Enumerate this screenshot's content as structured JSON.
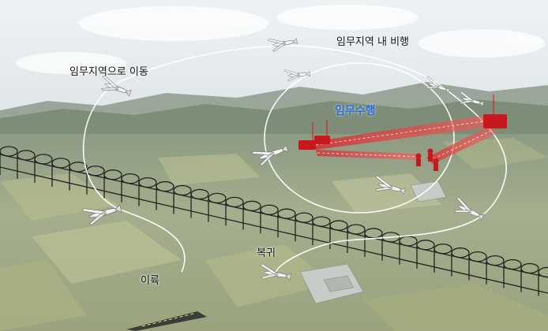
{
  "labels": {
    "move_to_area": "임무지역으로 이동",
    "fly_in_area": "임무지역 내 비행",
    "mission": "임무수행",
    "return": "복귀",
    "takeoff": "이륙"
  },
  "colors": {
    "sky": "#e9eef2",
    "hills": "#7d8e78",
    "field": "#a9b592",
    "flight_path": "#ffffff",
    "mission_beam": "#d9242a",
    "mission_label": "#2b6fd6",
    "fence": "#2a2a2a"
  },
  "icons": [
    "uav-aircraft-icon",
    "ground-vehicle-icon",
    "soldier-icon",
    "radio-tower-icon",
    "fence-wire-icon"
  ]
}
